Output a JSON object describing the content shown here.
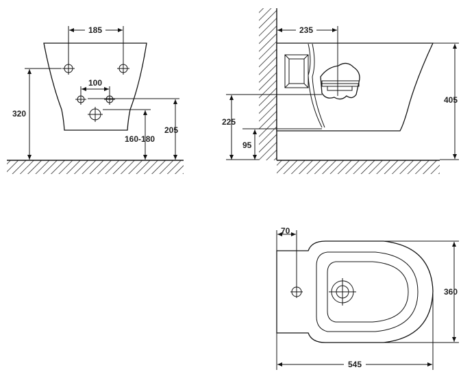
{
  "front_view": {
    "dims": {
      "width_185": "185",
      "spacing_100": "100",
      "height_320": "320",
      "height_205": "205",
      "range_160_180": "160-180"
    }
  },
  "side_view": {
    "dims": {
      "depth_235": "235",
      "height_405": "405",
      "height_225": "225",
      "height_95": "95"
    }
  },
  "top_view": {
    "dims": {
      "offset_70": "70",
      "width_360": "360",
      "length_545": "545"
    }
  }
}
